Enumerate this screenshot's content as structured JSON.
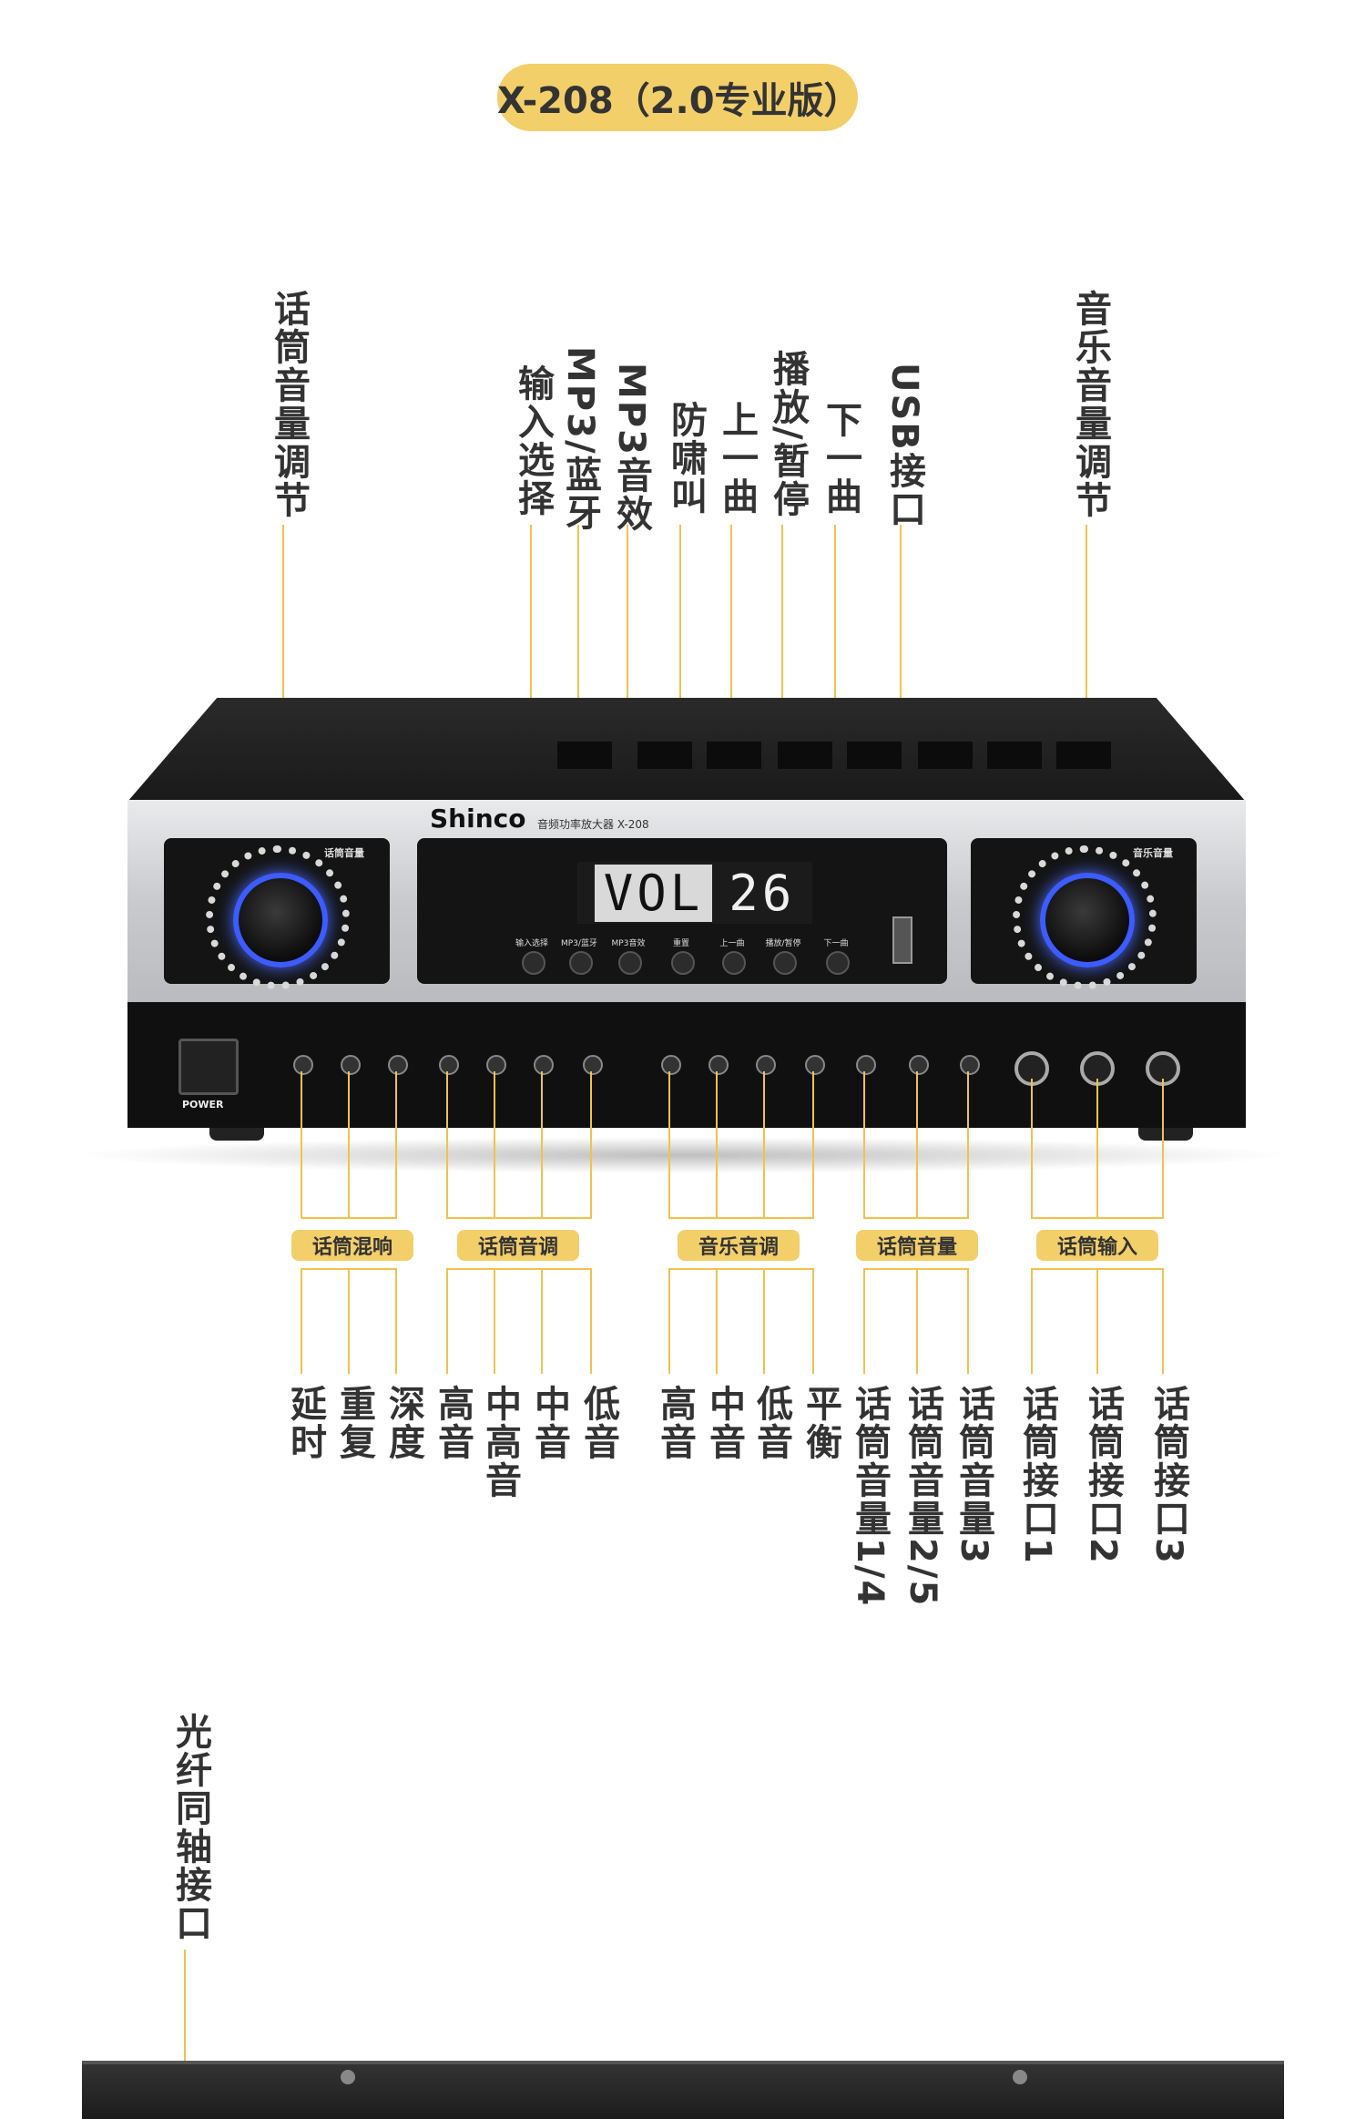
{
  "header": {
    "title": "X-208（2.0专业版）"
  },
  "top_labels": {
    "mic_volume": "话筒音量调节",
    "input_select": "输入选择",
    "mp3_bt": "MP3/蓝牙",
    "mp3_effect": "MP3音效",
    "anti_howl": "防啸叫",
    "prev_track": "上一曲",
    "play_pause": "播放/暂停",
    "next_track": "下一曲",
    "usb_port": "USB接口",
    "music_volume": "音乐音量调节"
  },
  "device": {
    "brand": "Shinco",
    "model_text": "音频功率放大器 X-208",
    "display_left": "VOL",
    "display_right": "26",
    "power_label": "POWER",
    "left_knob_label": "话筒音量",
    "right_knob_label": "音乐音量",
    "buttons": [
      "输入选择",
      "MP3/蓝牙",
      "MP3音效",
      "重置",
      "上一曲",
      "播放/暂停",
      "下一曲"
    ]
  },
  "group_tags": {
    "mic_reverb": "话筒混响",
    "mic_tone": "话筒音调",
    "music_tone": "音乐音调",
    "mic_level": "话筒音量",
    "mic_input": "话筒输入"
  },
  "bottom_labels": {
    "delay": "延时",
    "repeat": "重复",
    "depth": "深度",
    "mic_treble": "高音",
    "mic_mid_high": "中高音",
    "mic_mid": "中音",
    "mic_bass": "低音",
    "music_treble": "高音",
    "music_mid": "中音",
    "music_bass": "低音",
    "balance": "平衡",
    "mic_vol_14": "话筒音量1/4",
    "mic_vol_25": "话筒音量2/5",
    "mic_vol_3": "话筒音量3",
    "mic_port_1": "话筒接口1",
    "mic_port_2": "话筒接口2",
    "mic_port_3": "话筒接口3"
  },
  "rear": {
    "optical_coax": "光纤同轴接口"
  },
  "colors": {
    "accent": "#f3cf6a",
    "leader": "#f0c24d",
    "knob_glow": "#3c5cff"
  }
}
